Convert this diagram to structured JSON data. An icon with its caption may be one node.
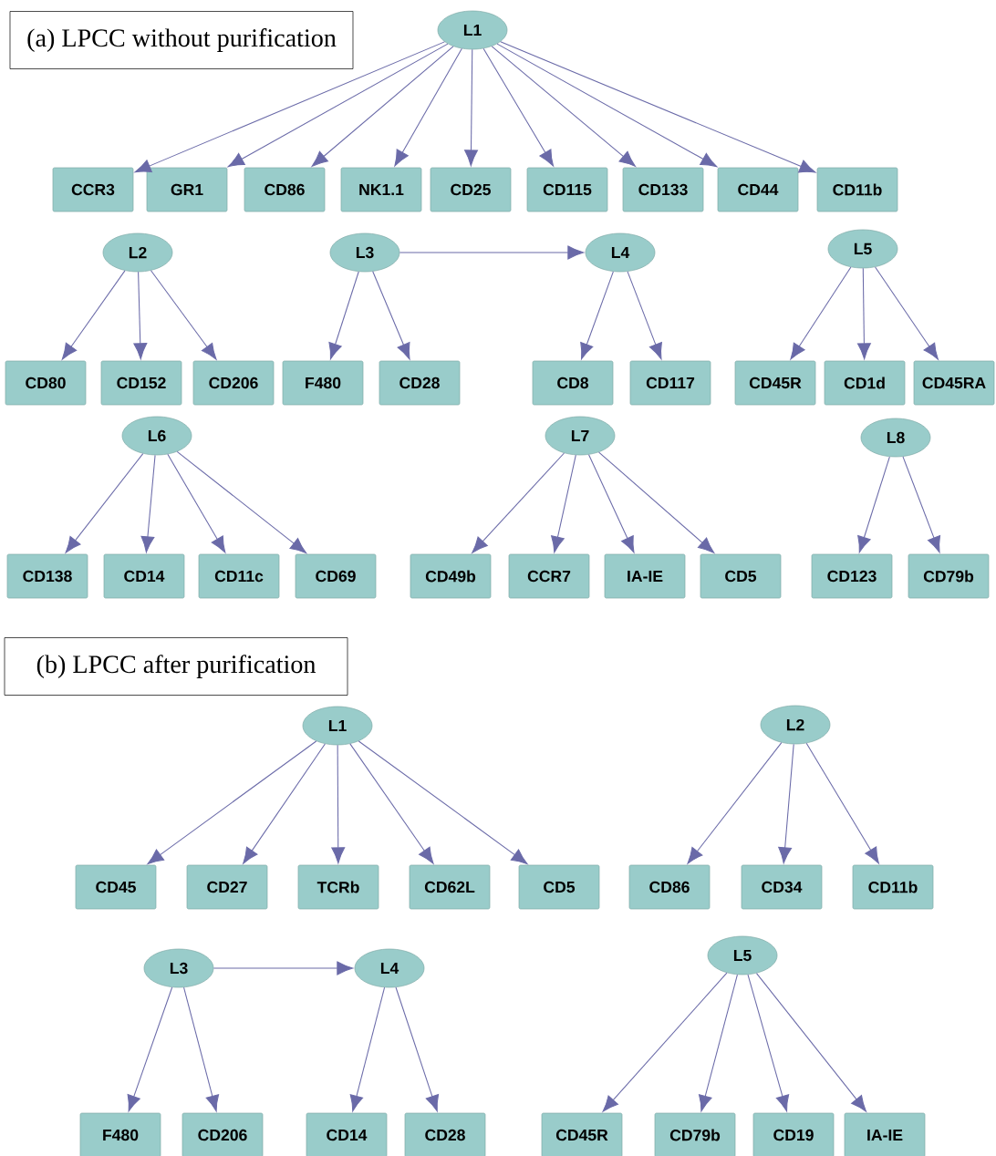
{
  "diagram": {
    "nodes": [
      {
        "text": [
          "(a) LPCC without purification"
        ]
      },
      {
        "text": [
          "L1"
        ]
      },
      {
        "text": [
          "CCR3"
        ]
      },
      {
        "text": [
          "GR1"
        ]
      },
      {
        "text": [
          "CD86"
        ]
      },
      {
        "text": [
          "NK1.1"
        ]
      },
      {
        "text": [
          "CD25"
        ]
      },
      {
        "text": [
          "CD115"
        ]
      },
      {
        "text": [
          "CD133"
        ]
      },
      {
        "text": [
          "CD44"
        ]
      },
      {
        "text": [
          "CD11b"
        ]
      },
      {
        "text": [
          "L2"
        ]
      },
      {
        "text": [
          "L3"
        ]
      },
      {
        "text": [
          "L4"
        ]
      },
      {
        "text": [
          "L5"
        ]
      },
      {
        "text": [
          "CD80"
        ]
      },
      {
        "text": [
          "CD152"
        ]
      },
      {
        "text": [
          "CD206"
        ]
      },
      {
        "text": [
          "F480"
        ]
      },
      {
        "text": [
          "CD28"
        ]
      },
      {
        "text": [
          "CD8"
        ]
      },
      {
        "text": [
          "CD117"
        ]
      },
      {
        "text": [
          "CD45R"
        ]
      },
      {
        "text": [
          "CD1d"
        ]
      },
      {
        "text": [
          "CD45RA"
        ]
      },
      {
        "text": [
          "L6"
        ]
      },
      {
        "text": [
          "L7"
        ]
      },
      {
        "text": [
          "L8"
        ]
      },
      {
        "text": [
          "CD138"
        ]
      },
      {
        "text": [
          "CD14"
        ]
      },
      {
        "text": [
          "CD11c"
        ]
      },
      {
        "text": [
          "CD69"
        ]
      },
      {
        "text": [
          "CD49b"
        ]
      },
      {
        "text": [
          "CCR7"
        ]
      },
      {
        "text": [
          "IA-IE"
        ]
      },
      {
        "text": [
          "CD5"
        ]
      },
      {
        "text": [
          "CD123"
        ]
      },
      {
        "text": [
          "CD79b"
        ]
      },
      {
        "text": [
          "(b) LPCC after purification"
        ]
      },
      {
        "text": [
          "L1"
        ]
      },
      {
        "text": [
          "L2"
        ]
      },
      {
        "text": [
          "CD45"
        ]
      },
      {
        "text": [
          "CD27"
        ]
      },
      {
        "text": [
          "TCRb"
        ]
      },
      {
        "text": [
          "CD62L"
        ]
      },
      {
        "text": [
          "CD5"
        ]
      },
      {
        "text": [
          "CD86"
        ]
      },
      {
        "text": [
          "CD34"
        ]
      },
      {
        "text": [
          "CD11b"
        ]
      },
      {
        "text": [
          "L3"
        ]
      },
      {
        "text": [
          "L4"
        ]
      },
      {
        "text": [
          "L5"
        ]
      },
      {
        "text": [
          "F480"
        ]
      },
      {
        "text": [
          "CD206"
        ]
      },
      {
        "text": [
          "CD14"
        ]
      },
      {
        "text": [
          "CD28"
        ]
      },
      {
        "text": [
          "CD45R"
        ]
      },
      {
        "text": [
          "CD79b"
        ]
      },
      {
        "text": [
          "CD19"
        ]
      },
      {
        "text": [
          "IA-IE"
        ]
      }
    ],
    "edges": [
      {
        "from": 1,
        "to": 2,
        "arrow": "to"
      },
      {
        "from": 1,
        "to": 3,
        "arrow": "to"
      },
      {
        "from": 1,
        "to": 4,
        "arrow": "to"
      },
      {
        "from": 1,
        "to": 5,
        "arrow": "to"
      },
      {
        "from": 1,
        "to": 6,
        "arrow": "to"
      },
      {
        "from": 1,
        "to": 7,
        "arrow": "to"
      },
      {
        "from": 1,
        "to": 8,
        "arrow": "to"
      },
      {
        "from": 1,
        "to": 9,
        "arrow": "to"
      },
      {
        "from": 1,
        "to": 10,
        "arrow": "to"
      },
      {
        "from": 11,
        "to": 15,
        "arrow": "to"
      },
      {
        "from": 11,
        "to": 16,
        "arrow": "to"
      },
      {
        "from": 11,
        "to": 17,
        "arrow": "to"
      },
      {
        "from": 12,
        "to": 13,
        "arrow": "to"
      },
      {
        "from": 12,
        "to": 18,
        "arrow": "to"
      },
      {
        "from": 12,
        "to": 19,
        "arrow": "to"
      },
      {
        "from": 13,
        "to": 20,
        "arrow": "to"
      },
      {
        "from": 13,
        "to": 21,
        "arrow": "to"
      },
      {
        "from": 14,
        "to": 22,
        "arrow": "to"
      },
      {
        "from": 14,
        "to": 23,
        "arrow": "to"
      },
      {
        "from": 14,
        "to": 24,
        "arrow": "to"
      },
      {
        "from": 25,
        "to": 28,
        "arrow": "to"
      },
      {
        "from": 25,
        "to": 29,
        "arrow": "to"
      },
      {
        "from": 25,
        "to": 30,
        "arrow": "to"
      },
      {
        "from": 25,
        "to": 31,
        "arrow": "to"
      },
      {
        "from": 26,
        "to": 32,
        "arrow": "to"
      },
      {
        "from": 26,
        "to": 33,
        "arrow": "to"
      },
      {
        "from": 26,
        "to": 34,
        "arrow": "to"
      },
      {
        "from": 26,
        "to": 35,
        "arrow": "to"
      },
      {
        "from": 27,
        "to": 36,
        "arrow": "to"
      },
      {
        "from": 27,
        "to": 37,
        "arrow": "to"
      },
      {
        "from": 39,
        "to": 41,
        "arrow": "to"
      },
      {
        "from": 39,
        "to": 42,
        "arrow": "to"
      },
      {
        "from": 39,
        "to": 43,
        "arrow": "to"
      },
      {
        "from": 39,
        "to": 44,
        "arrow": "to"
      },
      {
        "from": 39,
        "to": 45,
        "arrow": "to"
      },
      {
        "from": 40,
        "to": 46,
        "arrow": "to"
      },
      {
        "from": 40,
        "to": 47,
        "arrow": "to"
      },
      {
        "from": 40,
        "to": 48,
        "arrow": "to"
      },
      {
        "from": 49,
        "to": 50,
        "arrow": "to"
      },
      {
        "from": 49,
        "to": 52,
        "arrow": "to"
      },
      {
        "from": 49,
        "to": 53,
        "arrow": "to"
      },
      {
        "from": 50,
        "to": 54,
        "arrow": "to"
      },
      {
        "from": 50,
        "to": 55,
        "arrow": "to"
      },
      {
        "from": 51,
        "to": 56,
        "arrow": "to"
      },
      {
        "from": 51,
        "to": 57,
        "arrow": "to"
      },
      {
        "from": 51,
        "to": 58,
        "arrow": "to"
      },
      {
        "from": 51,
        "to": 59,
        "arrow": "to"
      }
    ]
  }
}
